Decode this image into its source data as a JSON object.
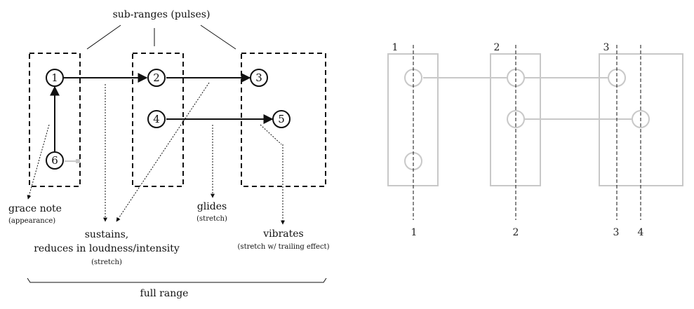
{
  "left_diagram": {
    "title": "sub-ranges (pulses)",
    "nodes": [
      "1",
      "2",
      "3",
      "4",
      "5",
      "6"
    ],
    "annotations": {
      "grace_note": "grace note",
      "grace_note_sub": "(appearance)",
      "sustains_line1": "sustains,",
      "sustains_line2": "reduces in loudness/intensity",
      "sustains_sub": "(stretch)",
      "glides": "glides",
      "glides_sub": "(stretch)",
      "vibrates": "vibrates",
      "vibrates_sub": "(stretch w/ trailing effect)",
      "full_range": "full range"
    }
  },
  "right_diagram": {
    "top_labels": [
      "1",
      "2",
      "3"
    ],
    "bottom_labels": [
      "1",
      "2",
      "3",
      "4"
    ]
  },
  "colors": {
    "ink": "#111111",
    "light": "#c8c8c8"
  }
}
